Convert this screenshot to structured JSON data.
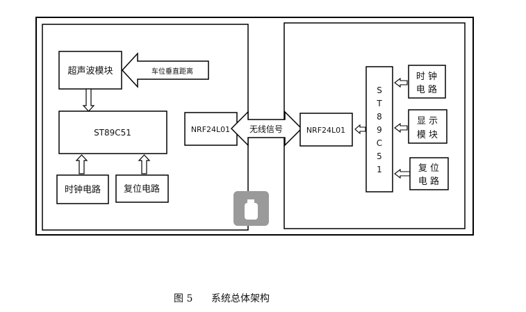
{
  "left": {
    "ultrasonic": "超声波模块",
    "vertical_distance": "车位垂直距离",
    "mcu": "ST89C51",
    "clock": "时钟电路",
    "reset": "复位电路",
    "rf": "NRF24L01"
  },
  "wireless": "无线信号",
  "right": {
    "rf": "NRF24L01",
    "mcu_chars": [
      "S",
      "T",
      "8",
      "9",
      "C",
      "5",
      "1"
    ],
    "clock": [
      "时 钟",
      "电 路"
    ],
    "display": [
      "显 示",
      "模 块"
    ],
    "reset": [
      "复 位",
      "电 路"
    ]
  },
  "caption": {
    "number": "图 5",
    "title": "系统总体架构"
  }
}
